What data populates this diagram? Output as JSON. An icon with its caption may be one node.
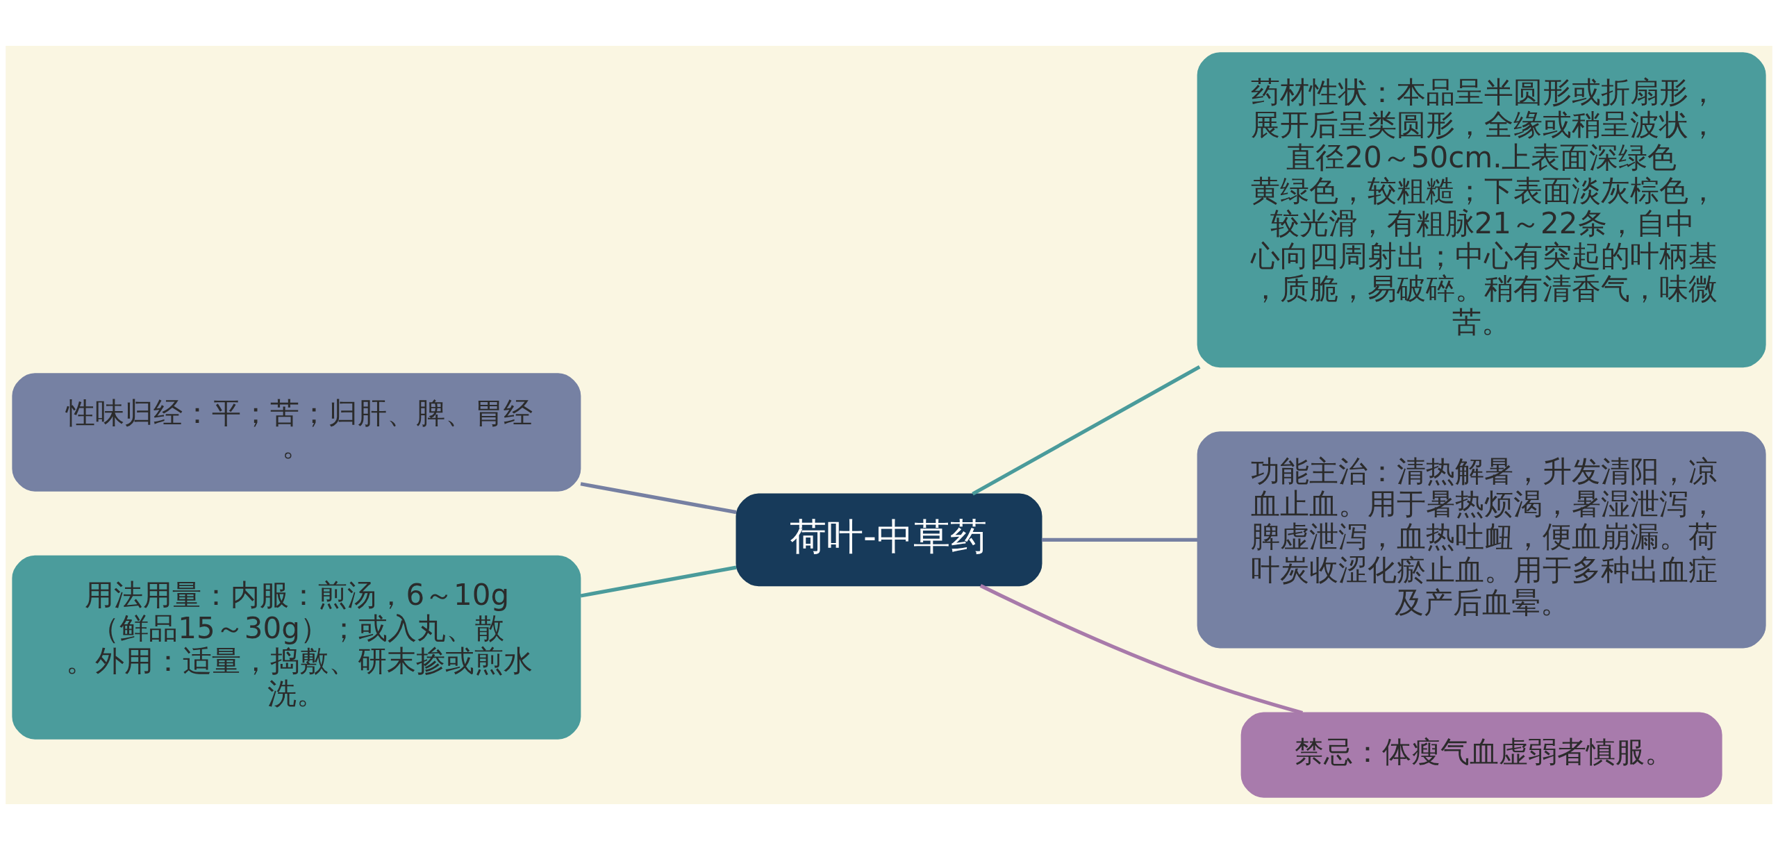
{
  "diagram": {
    "nodes": [
      {
        "text": [
          "荷叶-中草药"
        ]
      },
      {
        "text": [
          "药材性状：本品呈半圆形或折扇形，展开后呈类圆形，全缘或稍呈波状，直径20～50cm.上表面深绿色黄绿色，较粗糙；下表面淡灰棕色，较光滑，有粗脉21～22条，自中心向四周射出；中心有突起的叶柄基，质脆，易破碎。稍有清香气，味微苦。"
        ]
      },
      {
        "text": [
          "性味归经：平；苦；归肝、脾、胃经。"
        ]
      },
      {
        "text": [
          "用法用量：内服：煎汤，6～10g（鲜品15～30g）；或入丸、散。外用：适量，捣敷、研末掺或煎水洗。"
        ]
      },
      {
        "text": [
          "功能主治：清热解暑，升发清阳，凉血止血。用于暑热烦渴，暑湿泄泻，脾虚泄泻，血热吐衄，便血崩漏。荷叶炭收涩化瘀止血。用于多种出血症及产后血晕。"
        ]
      },
      {
        "text": [
          "禁忌：体瘦气血虚弱者慎服。"
        ]
      }
    ],
    "edges": [
      {
        "from": 0,
        "to": 1,
        "arrow": "none",
        "color": "#4a9b9b"
      },
      {
        "from": 0,
        "to": 2,
        "arrow": "none",
        "color": "#7680a2"
      },
      {
        "from": 0,
        "to": 3,
        "arrow": "none",
        "color": "#4a9b9b"
      },
      {
        "from": 0,
        "to": 4,
        "arrow": "none",
        "color": "#7680a2"
      },
      {
        "from": 0,
        "to": 5,
        "arrow": "none",
        "color": "#a87aaa"
      }
    ]
  }
}
